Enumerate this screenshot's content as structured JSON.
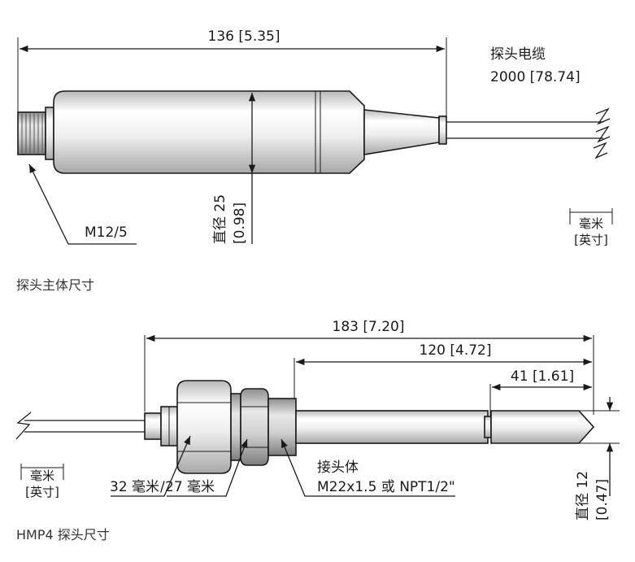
{
  "probe_body": {
    "length_dim": "136 [5.35]",
    "cable_title": "探头电缆",
    "cable_length": "2000 [78.74]",
    "connector": "M12/5",
    "diameter_line1": "直径 25",
    "diameter_line2": "[0.98]",
    "unit_mm": "毫米",
    "unit_in": "[英寸]",
    "caption": "探头主体尺寸"
  },
  "hmp4": {
    "total_dim": "183 [7.20]",
    "probe_dim": "120 [4.72]",
    "tip_dim": "41 [1.61]",
    "nut_sizes_a": "32 毫米",
    "nut_sizes_b": "27 毫米",
    "fitting_title": "接头体",
    "fitting_thread": "M22x1.5 或 NPT1/2\"",
    "diameter_line1": "直径 12",
    "diameter_line2": "[0.47]",
    "unit_mm": "毫米",
    "unit_in": "[英寸]",
    "caption": "HMP4 探头尺寸"
  },
  "colors": {
    "metal_light": "#f2f2f2",
    "metal_mid": "#d6d6d6",
    "metal_dark": "#9e9e9e",
    "line": "#1a1a1a"
  }
}
